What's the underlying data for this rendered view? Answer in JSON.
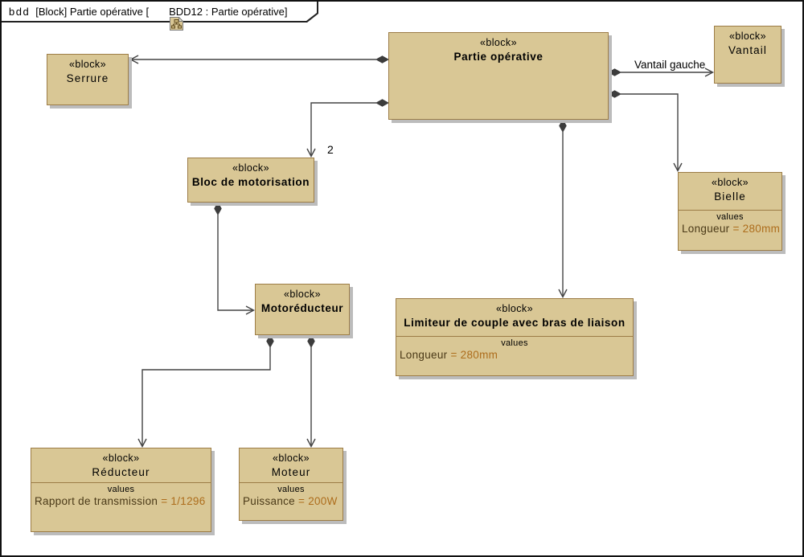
{
  "header": {
    "kind": "bdd",
    "context": "[Block] Partie opérative [",
    "diagram_ref": "BDD12 : Partie opérative",
    "close": "]"
  },
  "colors": {
    "block_fill": "#d9c795",
    "block_border": "#9c7c46",
    "block_shadow": "#bcbcbc",
    "connector_line": "#434343",
    "value_name_text": "#4a3917",
    "value_value_text": "#ad6d1c",
    "frame_border": "#111111"
  },
  "blocks": {
    "serrure": {
      "stereotype": "«block»",
      "name": "Serrure"
    },
    "partie_operative": {
      "stereotype": "«block»",
      "name": "Partie opérative"
    },
    "vantail": {
      "stereotype": "«block»",
      "name": "Vantail"
    },
    "bloc_motorisation": {
      "stereotype": "«block»",
      "name": "Bloc de motorisation"
    },
    "bielle": {
      "stereotype": "«block»",
      "name": "Bielle",
      "values_label": "values",
      "values": [
        {
          "name": "Longueur",
          "op": "=",
          "value": "280mm"
        }
      ]
    },
    "motoreducteur": {
      "stereotype": "«block»",
      "name": "Motoréducteur"
    },
    "limiteur": {
      "stereotype": "«block»",
      "name": "Limiteur de couple avec bras de liaison",
      "values_label": "values",
      "values": [
        {
          "name": "Longueur",
          "op": "=",
          "value": "280mm"
        }
      ]
    },
    "reducteur": {
      "stereotype": "«block»",
      "name": "Réducteur",
      "values_label": "values",
      "values": [
        {
          "name": "Rapport de transmission",
          "op": "=",
          "value": "1/1296"
        }
      ]
    },
    "moteur": {
      "stereotype": "«block»",
      "name": "Moteur",
      "values_label": "values",
      "values": [
        {
          "name": "Puissance",
          "op": "=",
          "value": "200W"
        }
      ]
    }
  },
  "connector_labels": {
    "vantail_role": "Vantail gauche",
    "bloc_multiplicity": "2"
  }
}
